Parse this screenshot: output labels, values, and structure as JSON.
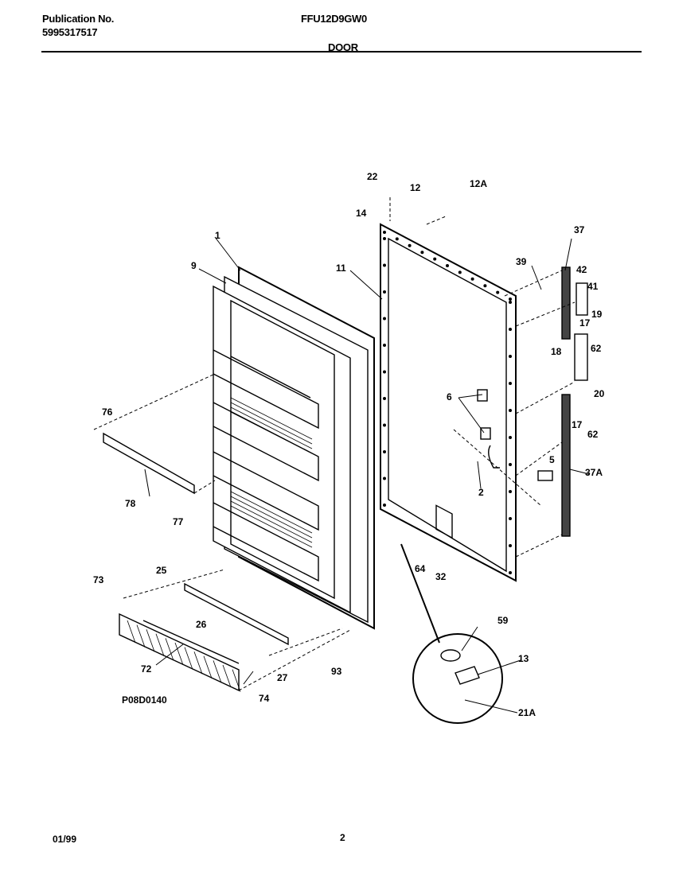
{
  "header": {
    "publication_label": "Publication No.",
    "publication_number": "5995317517",
    "model": "FFU12D9GW0",
    "section": "DOOR"
  },
  "diagram": {
    "figure_code": "P08D0140",
    "part_labels": [
      "22",
      "12",
      "12A",
      "14",
      "1",
      "9",
      "11",
      "37",
      "39",
      "42",
      "41",
      "19",
      "17",
      "62",
      "18",
      "20",
      "6",
      "76",
      "5",
      "37A",
      "2",
      "78",
      "77",
      "64",
      "32",
      "25",
      "73",
      "26",
      "59",
      "13",
      "27",
      "93",
      "72",
      "74",
      "21A"
    ]
  },
  "footer": {
    "date": "01/99",
    "page": "2"
  }
}
